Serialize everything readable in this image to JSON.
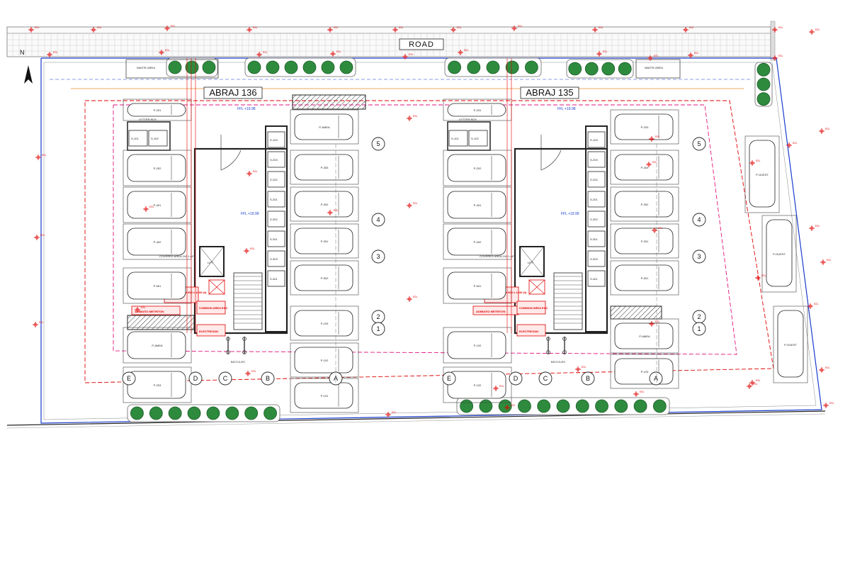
{
  "road_label": "ROAD",
  "north_label": "N",
  "buildings": [
    {
      "title": "ABRAJ 136",
      "ffl_labels": [
        "FFL +19.98",
        "FFL +19.99"
      ],
      "covered_area": "COVERED AREA 242.1 m²",
      "letter_box": "LETTER BOX",
      "storage": [
        "S-101",
        "S-102",
        "S-103",
        "S-203",
        "S-202",
        "S-201",
        "S-302",
        "S-301",
        "S-303",
        "S-401"
      ],
      "parking_left": [
        "P-201",
        "P-202",
        "P-401",
        "P-402",
        "P-501",
        "P-AMEA",
        "P-203"
      ],
      "parking_right": [
        "P-AMEA",
        "P-303",
        "P-302",
        "P-301",
        "P-502",
        "P-103",
        "P-102",
        "P-101"
      ],
      "electrical_room": "SPITATO 1400 x 900 x 1200 (h)",
      "metriton": "ADIMATIO METRITON",
      "common_area": "COMMON AREA EAC",
      "electrician": "ELECTRICIAN",
      "bicycles": "BICYCLES",
      "waste_area": "WASTE AREA",
      "lift": "LIFT"
    },
    {
      "title": "ABRAJ 135",
      "ffl_labels": [
        "FFL +19.98",
        "FFL +19.99"
      ],
      "covered_area": "COVERED AREA 242.1 m²",
      "letter_box": "LETTER BOX",
      "storage": [
        "S-101",
        "S-102",
        "S-103",
        "S-203",
        "S-202",
        "S-201",
        "S-302",
        "S-301",
        "S-303",
        "S-401"
      ],
      "parking_left": [
        "P-201",
        "P-202",
        "P-401",
        "P-402",
        "P-501",
        "P-102",
        "P-102"
      ],
      "parking_right": [
        "P-203",
        "P-303",
        "P-302",
        "P-301",
        "P-501",
        "P-AMEA",
        "P-103"
      ],
      "electrical_room": "SPITATO 1400 x 900 x 1200 (h)",
      "metriton": "ADIMATIO METRITON",
      "common_area": "COMMON AREA EAC",
      "electrician": "ELECTRICIAN",
      "bicycles": "BICYCLES",
      "waste_area": "WASTE AREA",
      "lift": "LIFT"
    }
  ],
  "street_parking": [
    "P-GUEST",
    "P-GUEST",
    "P-GUEST"
  ],
  "grid_numbers": [
    "5",
    "4",
    "3",
    "2",
    "1"
  ],
  "grid_letters": [
    "E",
    "D",
    "C",
    "B",
    "A"
  ],
  "level_marker_prefix": "EGL",
  "colors": {
    "red": "#e00000",
    "magenta": "#e0147c",
    "blue": "#1a3ccc",
    "tree": "#2e8b3e",
    "orange": "#ee8a2a"
  }
}
